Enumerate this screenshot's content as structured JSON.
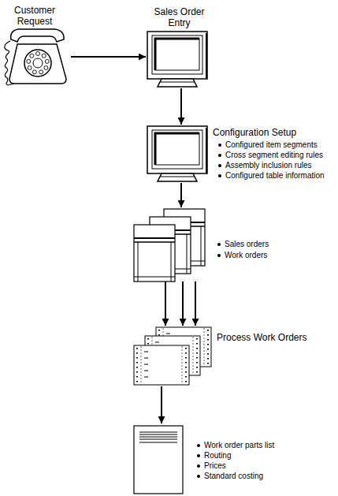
{
  "diagram": {
    "nodes": [
      {
        "text": [
          "Customer Request"
        ]
      },
      {
        "text": [
          "Sales Order Entry"
        ]
      },
      {
        "text": [
          "Configuration Setup",
          "Configured item segments",
          "Cross segment editing rules",
          "Assembly inclusion rules",
          "Configured table information"
        ]
      },
      {
        "text": [
          "Sales orders",
          "Work orders"
        ]
      },
      {
        "text": [
          "Process Work Orders"
        ]
      },
      {
        "text": [
          "Work order parts list",
          "Routing",
          "Prices",
          "Standard costing"
        ]
      }
    ],
    "edges": [
      {
        "from": 0,
        "to": 1,
        "arrow": "to"
      },
      {
        "from": 1,
        "to": 2,
        "arrow": "to"
      },
      {
        "from": 2,
        "to": 3,
        "arrow": "to"
      },
      {
        "from": 3,
        "to": 4,
        "arrow": "to"
      },
      {
        "from": 3,
        "to": 4,
        "arrow": "to"
      },
      {
        "from": 3,
        "to": 4,
        "arrow": "to"
      },
      {
        "from": 4,
        "to": 5,
        "arrow": "to"
      }
    ]
  }
}
